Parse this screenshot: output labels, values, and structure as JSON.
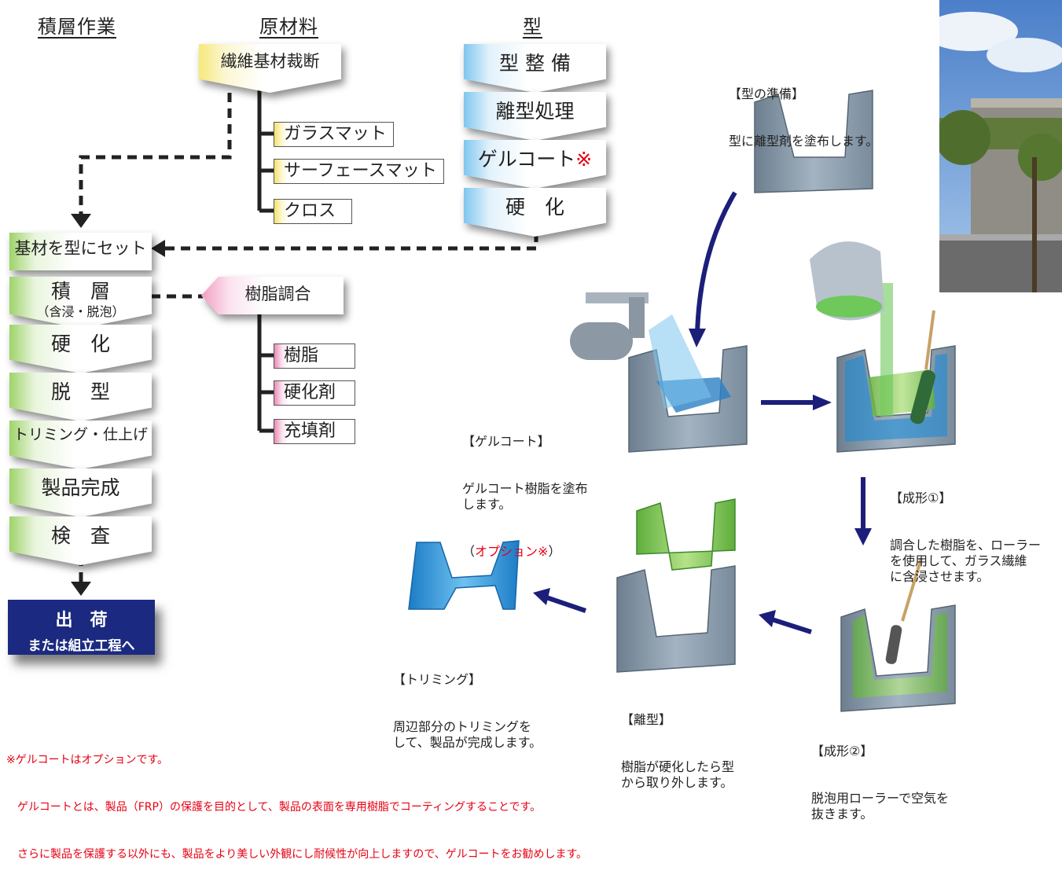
{
  "headers": {
    "lamination": "積層作業",
    "material": "原材料",
    "mold": "型"
  },
  "material": {
    "main": "繊維基材裁断",
    "items": [
      "ガラスマット",
      "サーフェースマット",
      "クロス"
    ]
  },
  "mold_steps": [
    {
      "label": "型 整 備"
    },
    {
      "label": "離型処理"
    },
    {
      "label": "ゲルコート",
      "mark": "※"
    },
    {
      "label": "硬　化"
    }
  ],
  "lamination_steps": [
    {
      "label": "基材を型にセット"
    },
    {
      "label": "積　層",
      "sub": "（含浸・脱泡）"
    },
    {
      "label": "硬　化"
    },
    {
      "label": "脱　型"
    },
    {
      "label": "トリミング・仕上げ"
    },
    {
      "label": "製品完成"
    },
    {
      "label": "検　査"
    }
  ],
  "resin": {
    "main": "樹脂調合",
    "items": [
      "樹脂",
      "硬化剤",
      "充填剤"
    ]
  },
  "shipping": {
    "line1": "出　荷",
    "line2": "または組立工程へ"
  },
  "captions": {
    "mold_prep": {
      "title": "【型の準備】",
      "body": "型に離型剤を塗布します。"
    },
    "gelcoat": {
      "title": "【ゲルコート】",
      "body": "ゲルコート樹脂を塗布\nします。",
      "option_open": "（",
      "option": "オプション※",
      "option_close": "）"
    },
    "forming1": {
      "title": "【成形①】",
      "body": "調合した樹脂を、ローラー\nを使用して、ガラス繊維\nに含浸させます。"
    },
    "forming2": {
      "title": "【成形②】",
      "body": "脱泡用ローラーで空気を\n抜きます。"
    },
    "demold": {
      "title": "【離型】",
      "body": "樹脂が硬化したら型\nから取り外します。"
    },
    "trimming": {
      "title": "【トリミング】",
      "body": "周辺部分のトリミングを\nして、製品が完成します。"
    }
  },
  "footnote": {
    "line1": "※ゲルコートはオプションです。",
    "line2": "　ゲルコートとは、製品（FRP）の保護を目的として、製品の表面を専用樹脂でコーティングすることです。",
    "line3": "　さらに製品を保護する以外にも、製品をより美しい外観にし耐候性が向上しますので、ゲルコートをお勧めします。"
  },
  "colors": {
    "lamination_accent": "#9ed36a",
    "mold_accent": "#7fc6ee",
    "material_accent": "#f7e97a",
    "resin_accent": "#f29ec4",
    "ship_bg": "#1b2a80",
    "note_red": "#e60012"
  }
}
